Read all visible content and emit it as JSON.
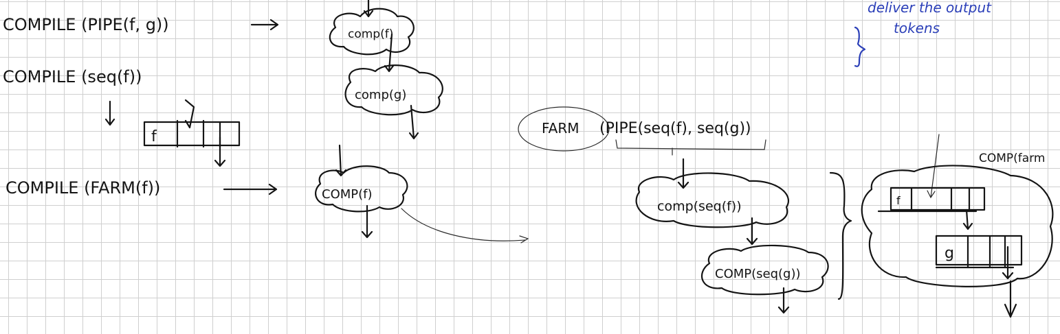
{
  "left_column": {
    "compile_pipe": "COMPILE (PIPE(f, g))",
    "compile_seq": "COMPILE (seq(f))",
    "compile_farm": "COMPILE (FARM(f))",
    "seq_box_cell": "f"
  },
  "middle_column": {
    "comp_f_top": "comp(f)",
    "comp_g": "comp(g)",
    "comp_f_farm": "COMP(f)"
  },
  "right_section": {
    "farm_expr_farm": "FARM",
    "farm_expr_rest": "(PIPE(seq(f), seq(g))",
    "comp_seq_f": "comp(seq(f))",
    "comp_seq_g": "COMP(seq(g))",
    "comp_farm_label": "COMP(farm",
    "inner_box_f": "f",
    "inner_box_g": "g"
  },
  "note": {
    "line1": "deliver the output",
    "line2": "tokens"
  }
}
